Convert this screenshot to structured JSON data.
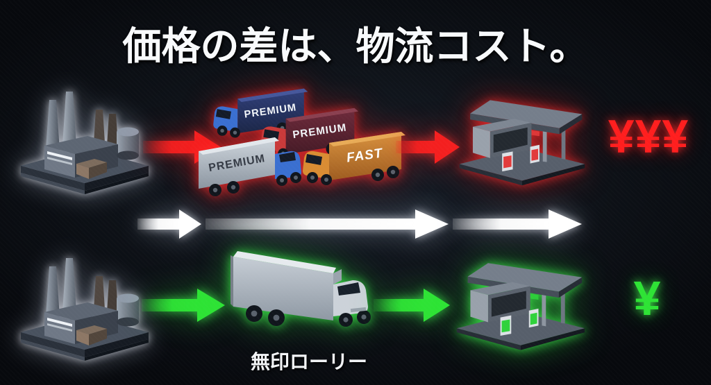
{
  "title": "価格の差は、物流コスト。",
  "expensive_flow": {
    "trucks": [
      {
        "label": "PREMIUM"
      },
      {
        "label": "PREMIUM"
      },
      {
        "label": "PREMIUM"
      },
      {
        "label": "FAST"
      }
    ],
    "price": "¥¥¥"
  },
  "cheap_flow": {
    "caption": "無印ローリー",
    "price": "¥"
  },
  "colors": {
    "expensive_accent": "#ff1e1e",
    "cheap_accent": "#2ee335",
    "neutral_arrow": "#ffffff",
    "background": "#0a0e14"
  },
  "icons": {
    "factory": "factory-icon",
    "branded_trucks": "branded-trucks-icon",
    "plain_truck": "plain-lorry-icon",
    "gas_station": "gas-station-icon",
    "flow_arrow": "arrow-right-icon"
  }
}
